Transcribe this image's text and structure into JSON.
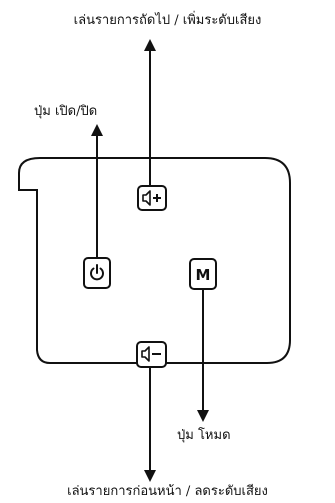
{
  "labels": {
    "next_volume_up": "เล่นรายการถัดไป / เพิ่มระดับเสียง",
    "power_button": "ปุ่ม เปิด/ปิด",
    "mode_button": "ปุ่ม โหมด",
    "prev_volume_down": "เล่นรายการก่อนหน้า / ลดระดับเสียง"
  },
  "buttons": {
    "mode_letter": "M"
  },
  "icons": {
    "volume_up": "speaker-plus-icon",
    "power": "power-icon",
    "mode": "letter-m",
    "volume_down": "speaker-minus-icon"
  },
  "colors": {
    "line": "#111111",
    "background": "#ffffff"
  }
}
